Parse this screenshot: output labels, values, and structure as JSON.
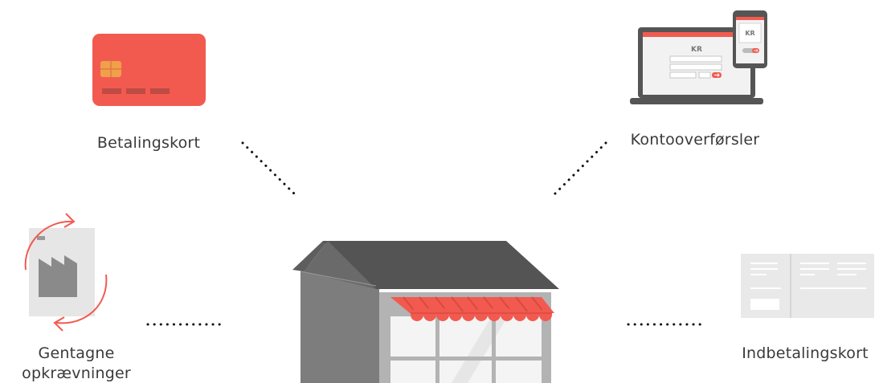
{
  "labels": {
    "card": "Betalingskort",
    "transfer": "Kontooverførsler",
    "recurring_line1": "Gentagne",
    "recurring_line2": "opkrævninger",
    "slip": "Indbetalingskort"
  },
  "laptop_screen_text": "KR",
  "phone_screen_text": "KR",
  "colors": {
    "accent": "#f25a50",
    "grey_dark": "#545454",
    "grey_mid": "#8a8a8a",
    "grey_light": "#e6e6e6",
    "text": "#3a3a3a"
  },
  "icons": [
    "credit-card-icon",
    "laptop-icon",
    "phone-icon",
    "recurring-invoice-icon",
    "payment-slip-icon",
    "shop-icon"
  ]
}
